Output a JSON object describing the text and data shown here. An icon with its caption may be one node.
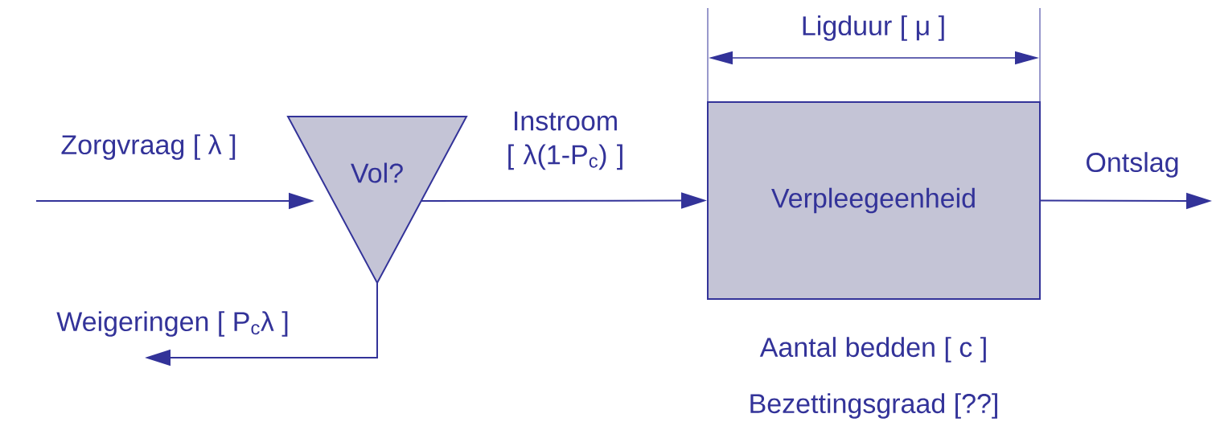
{
  "diagram": {
    "nodes": [
      {
        "text": [
          "Vol?"
        ]
      },
      {
        "text": [
          "Verpleegeenheid"
        ],
        "beside": [
          "Aantal bedden [ c ]",
          "Bezettingsgraad [??]"
        ]
      }
    ],
    "edges": [
      {
        "from": null,
        "to": 0,
        "arrow": "to",
        "label": "Zorgvraag [ λ ]"
      },
      {
        "from": 0,
        "to": 1,
        "arrow": "to",
        "label": "Instroom [ λ(1-P$_{c}$) ]"
      },
      {
        "from": 1,
        "to": null,
        "arrow": "to",
        "label": "Ontslag"
      },
      {
        "from": 0,
        "to": null,
        "arrow": "to",
        "label": "Weigeringen [ P$_{c}$λ ]"
      }
    ],
    "labels": [
      "Ligduur [ μ ]"
    ]
  }
}
